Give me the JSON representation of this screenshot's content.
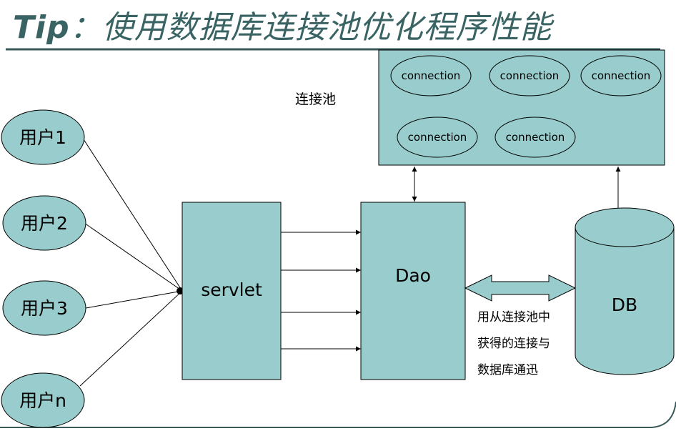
{
  "title": {
    "prefix": "Tip",
    "separator": "：",
    "text": "使用数据库连接池优化程序性能"
  },
  "pool": {
    "label": "连接池",
    "connections": [
      "connection",
      "connection",
      "connection",
      "connection",
      "connection"
    ]
  },
  "users": [
    "用户1",
    "用户2",
    "用户3",
    "用户n"
  ],
  "servlet": "servlet",
  "dao": "Dao",
  "db": "DB",
  "note": "用从连接池中获得的连接与数据库通迅",
  "colors": {
    "fill": "#99cccc",
    "stroke": "#000000",
    "title": "#3a6464",
    "rule": "#3a5a5a"
  }
}
